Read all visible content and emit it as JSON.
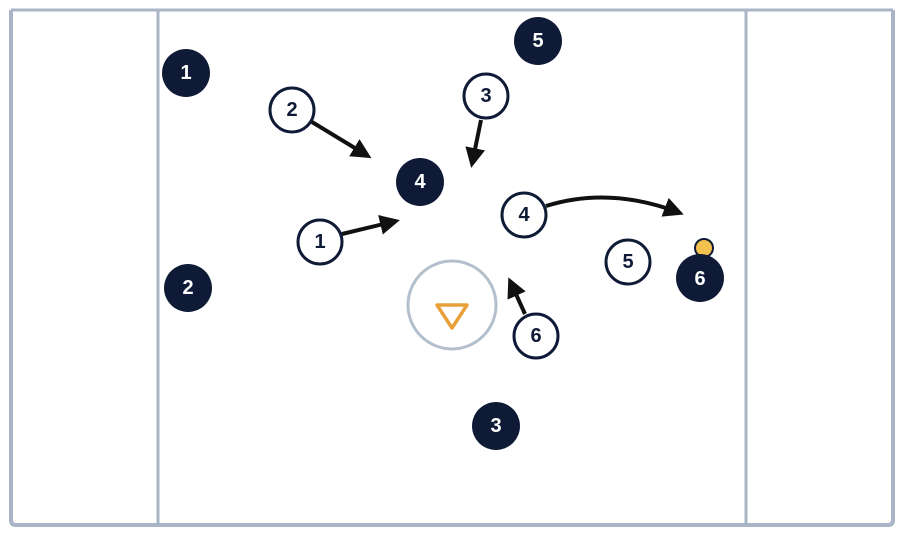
{
  "colors": {
    "field_line": "#a9b5c7",
    "dark_player": "#0f1b36",
    "light_player_fill": "#ffffff",
    "light_player_stroke": "#0f1b36",
    "arrow": "#111111",
    "ball": "#f2c14e",
    "goal_triangle": "#eaa03a",
    "crease": "#b4bfce"
  },
  "dark_players": [
    {
      "label": "1"
    },
    {
      "label": "2"
    },
    {
      "label": "3"
    },
    {
      "label": "4"
    },
    {
      "label": "5"
    },
    {
      "label": "6"
    }
  ],
  "light_players": [
    {
      "label": "1"
    },
    {
      "label": "2"
    },
    {
      "label": "3"
    },
    {
      "label": "4"
    },
    {
      "label": "5"
    },
    {
      "label": "6"
    }
  ],
  "ball_icon": "ball-icon",
  "goal_icon": "goal-triangle-icon"
}
